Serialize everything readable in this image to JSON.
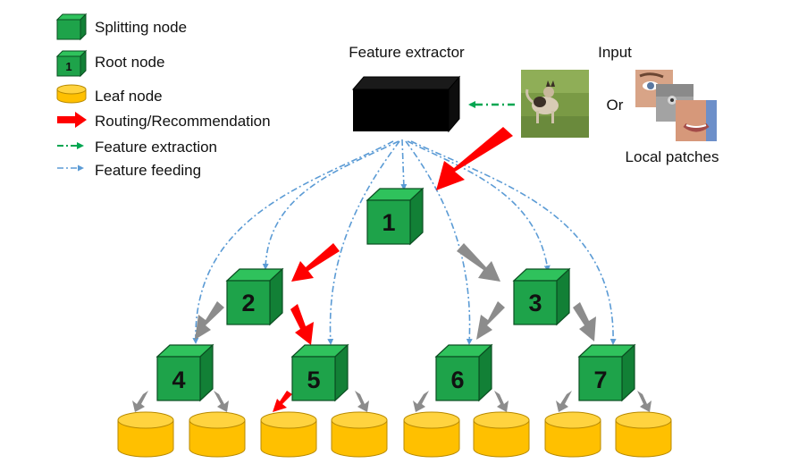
{
  "legend": {
    "splitting_node": "Splitting node",
    "root_node": "Root node",
    "root_node_number": "1",
    "leaf_node": "Leaf node",
    "routing": "Routing/Recommendation",
    "feature_extraction": "Feature extraction",
    "feature_feeding": "Feature feeding"
  },
  "header": {
    "feature_extractor": "Feature extractor",
    "input": "Input",
    "or": "Or",
    "local_patches": "Local patches"
  },
  "tree": {
    "nodes": [
      "1",
      "2",
      "3",
      "4",
      "5",
      "6",
      "7"
    ]
  },
  "colors": {
    "cube_front": "#1ea34a",
    "cube_top": "#2fc25c",
    "cube_side": "#128036",
    "cube_edge": "#0b4f22",
    "leaf_fill": "#ffc000",
    "leaf_top": "#ffd33f",
    "leaf_edge": "#b88a00",
    "routing_arrow": "#ff0000",
    "inactive_arrow": "#8c8c8c",
    "feature_extraction": "#00a651",
    "feature_feeding": "#5b9bd5",
    "extractor_box": "#000000"
  }
}
